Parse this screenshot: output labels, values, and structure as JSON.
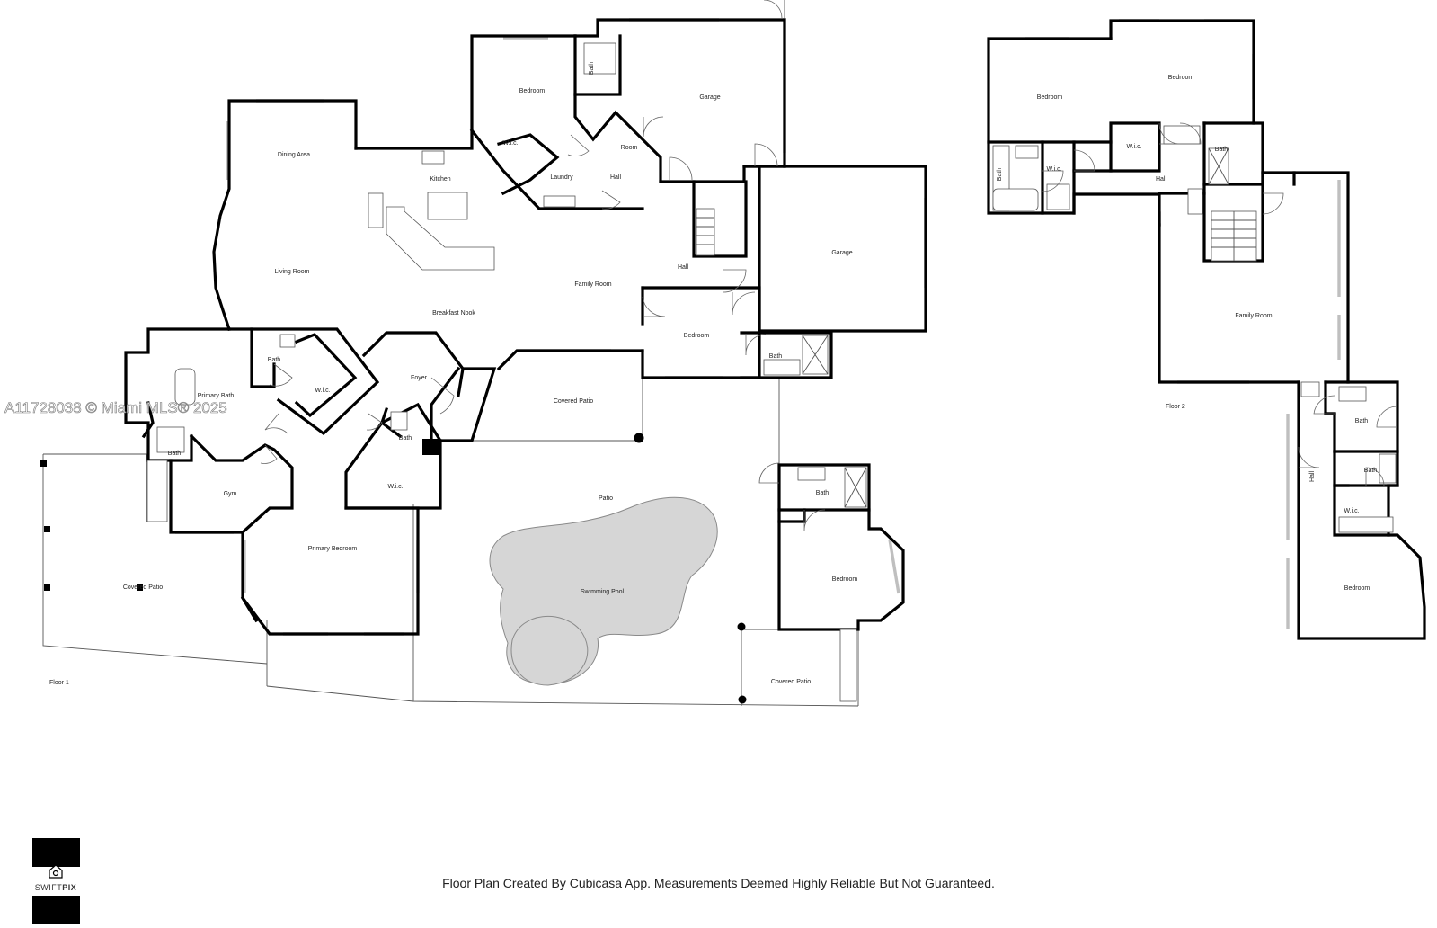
{
  "rooms_floor1": {
    "dining_area": "Dining Area",
    "kitchen": "Kitchen",
    "living_room": "Living Room",
    "breakfast_nook": "Breakfast Nook",
    "family_room": "Family Room",
    "bedroom_top": "Bedroom",
    "wic_top": "W.i.c.",
    "bath_top": "Bath",
    "laundry": "Laundry",
    "room": "Room",
    "hall_small": "Hall",
    "garage_top": "Garage",
    "garage_right": "Garage",
    "hall_main": "Hall",
    "bedroom_mid": "Bedroom",
    "bath_mid": "Bath",
    "primary_bath": "Primary Bath",
    "bath_primary_wc": "Bath",
    "wic_primary": "W.i.c.",
    "foyer": "Foyer",
    "covered_patio_center": "Covered Patio",
    "bath_foyer": "Bath",
    "wic_lower": "W.i.c.",
    "bath_small_left": "Bath",
    "gym": "Gym",
    "primary_bedroom": "Primary Bedroom",
    "covered_patio_left": "Covered Patio",
    "patio": "Patio",
    "swimming_pool": "Swimming Pool",
    "bath_guest": "Bath",
    "bedroom_guest": "Bedroom",
    "covered_patio_right": "Covered Patio",
    "floor_label": "Floor 1"
  },
  "rooms_floor2": {
    "bedroom_left": "Bedroom",
    "bedroom_top": "Bedroom",
    "wic_a": "W.i.c.",
    "bath_a": "Bath",
    "bath_b": "Bath",
    "wic_b": "W.i.c.",
    "hall": "Hall",
    "family_room": "Family Room",
    "floor_label": "Floor 2",
    "bath_c": "Bath",
    "bath_d": "Bath",
    "hall_vertical": "Hall",
    "wic_c": "W.i.c.",
    "bedroom_bottom": "Bedroom"
  },
  "watermark": "A11728038 © Miami MLS® 2025",
  "logo": {
    "name_part1": "SWIFT",
    "name_part2": "PIX",
    "icon": "camera-home-icon"
  },
  "footer": "Floor Plan Created By Cubicasa App. Measurements Deemed Highly Reliable But Not Guaranteed."
}
